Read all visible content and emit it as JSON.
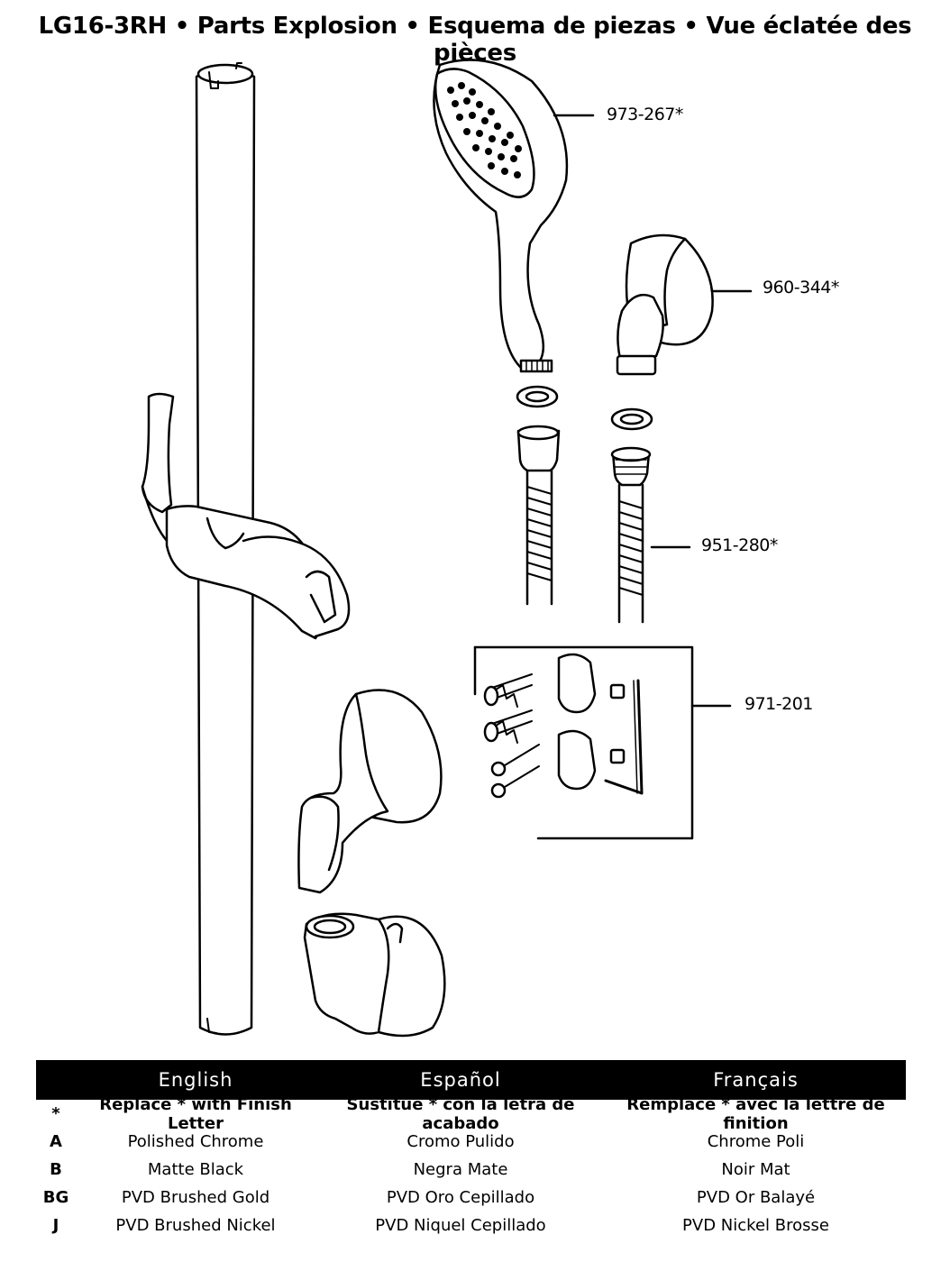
{
  "title": "LG16-3RH • Parts Explosion • Esquema de piezas • Vue éclatée des pièces",
  "callouts": {
    "hand_shower": "973-267*",
    "wall_supply": "960-344*",
    "hose": "951-280*",
    "mounting_kit": "971-201"
  },
  "table": {
    "headers": [
      "English",
      "Español",
      "Français"
    ],
    "rows": [
      {
        "code": "*",
        "en": "Replace * with Finish Letter",
        "es": "Sustitue * con la letra de acabado",
        "fr": "Remplace * avec la lettre de finition"
      },
      {
        "code": "A",
        "en": "Polished Chrome",
        "es": "Cromo Pulido",
        "fr": "Chrome Poli"
      },
      {
        "code": "B",
        "en": "Matte Black",
        "es": "Negra Mate",
        "fr": "Noir Mat"
      },
      {
        "code": "BG",
        "en": "PVD Brushed Gold",
        "es": "PVD Oro Cepillado",
        "fr": "PVD Or Balayé"
      },
      {
        "code": "J",
        "en": "PVD Brushed Nickel",
        "es": "PVD Niquel Cepillado",
        "fr": "PVD Nickel Brosse"
      }
    ]
  }
}
